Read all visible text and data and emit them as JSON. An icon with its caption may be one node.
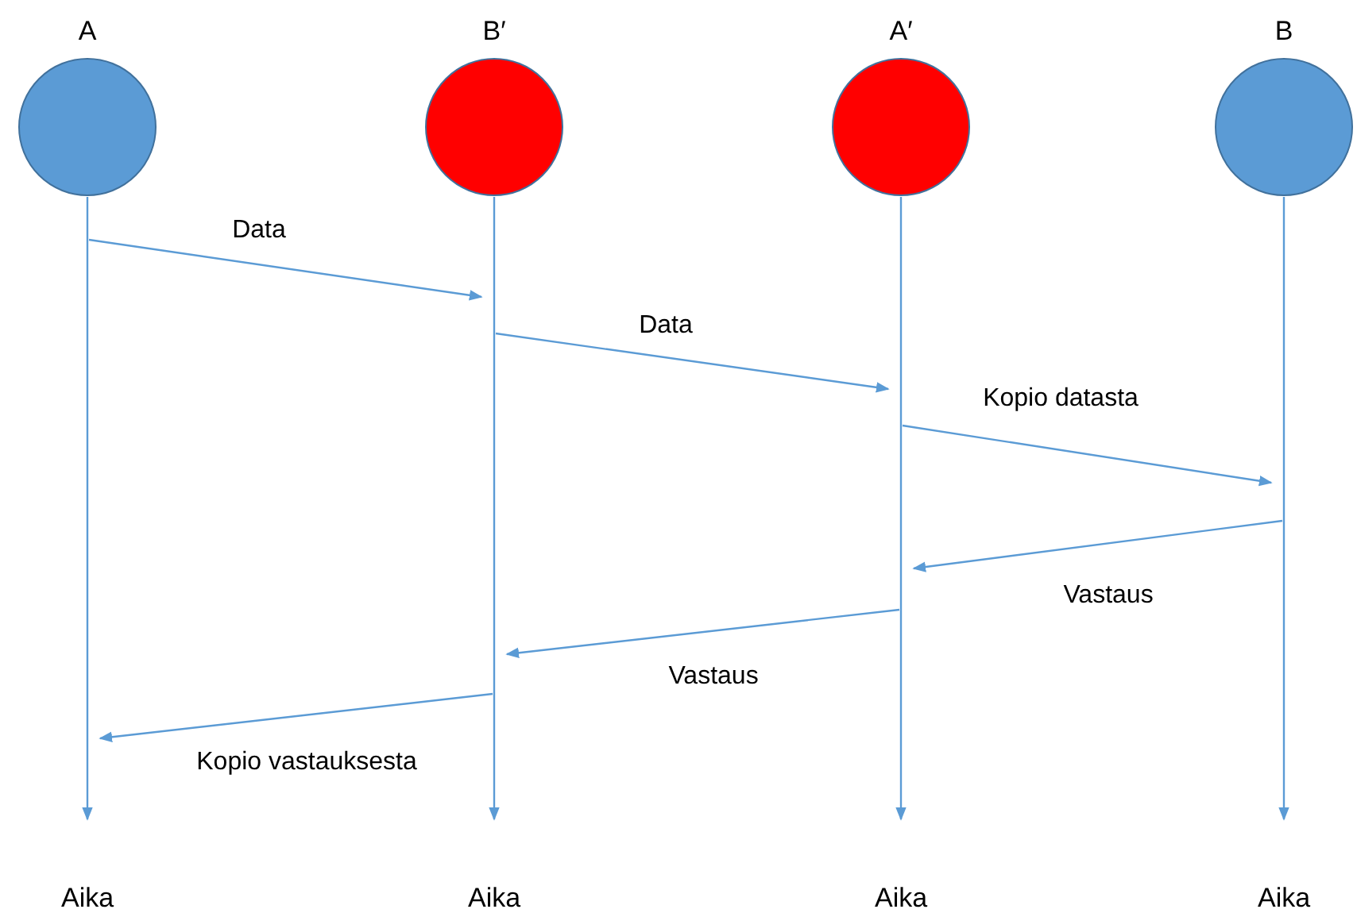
{
  "diagram": {
    "nodes": [
      {
        "text": [
          "A"
        ]
      },
      {
        "text": [
          "B′"
        ]
      },
      {
        "text": [
          "A′"
        ]
      },
      {
        "text": [
          "B"
        ]
      },
      {
        "text": [
          "Aika"
        ]
      },
      {
        "text": [
          "Aika"
        ]
      },
      {
        "text": [
          "Aika"
        ]
      },
      {
        "text": [
          "Aika"
        ]
      }
    ],
    "edges": [
      {
        "from": 0,
        "to": 4,
        "arrow": "to"
      },
      {
        "from": 1,
        "to": 5,
        "arrow": "to"
      },
      {
        "from": 2,
        "to": 6,
        "arrow": "to"
      },
      {
        "from": 3,
        "to": 7,
        "arrow": "to"
      },
      {
        "from": 0,
        "to": 1,
        "arrow": "to",
        "label": "Data"
      },
      {
        "from": 1,
        "to": 2,
        "arrow": "to",
        "label": "Data"
      },
      {
        "from": 2,
        "to": 3,
        "arrow": "to",
        "label": "Kopio datasta"
      },
      {
        "from": 3,
        "to": 2,
        "arrow": "to",
        "label": "Vastaus"
      },
      {
        "from": 2,
        "to": 1,
        "arrow": "to",
        "label": "Vastaus"
      },
      {
        "from": 1,
        "to": 0,
        "arrow": "to",
        "label": "Kopio vastauksesta"
      }
    ]
  }
}
